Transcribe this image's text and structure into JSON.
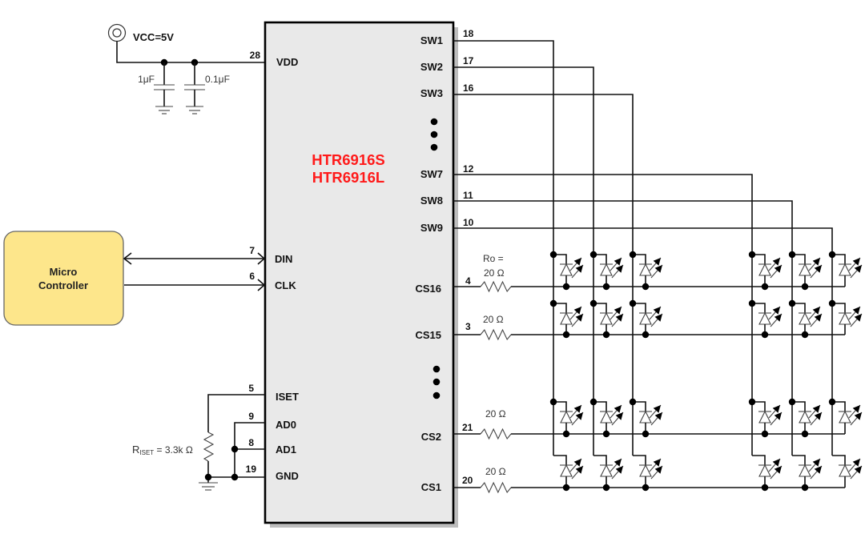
{
  "power": {
    "label": "VCC=5V",
    "cap1": "1μF",
    "cap2": "0.1μF"
  },
  "chip": {
    "names": [
      "HTR6916S",
      "HTR6916L"
    ],
    "left_pins": [
      {
        "name": "VDD",
        "num": "28"
      },
      {
        "name": "DIN",
        "num": "7"
      },
      {
        "name": "CLK",
        "num": "6"
      },
      {
        "name": "ISET",
        "num": "5"
      },
      {
        "name": "AD0",
        "num": "9"
      },
      {
        "name": "AD1",
        "num": "8"
      },
      {
        "name": "GND",
        "num": "19"
      }
    ],
    "right_pins": [
      {
        "name": "SW1",
        "num": "18"
      },
      {
        "name": "SW2",
        "num": "17"
      },
      {
        "name": "SW3",
        "num": "16"
      },
      {
        "name": "SW7",
        "num": "12"
      },
      {
        "name": "SW8",
        "num": "11"
      },
      {
        "name": "SW9",
        "num": "10"
      },
      {
        "name": "CS16",
        "num": "4"
      },
      {
        "name": "CS15",
        "num": "3"
      },
      {
        "name": "CS2",
        "num": "21"
      },
      {
        "name": "CS1",
        "num": "20"
      }
    ]
  },
  "micro": {
    "line1": "Micro",
    "line2": "Controller"
  },
  "riset": {
    "prefix": "R",
    "sub": "ISET",
    "value": " = 3.3k Ω"
  },
  "ro": {
    "label": "Ro =",
    "value": "20 Ω"
  },
  "led_matrix": {
    "columns": [
      "SW1",
      "SW2",
      "SW3",
      "SW7",
      "SW8",
      "SW9"
    ],
    "rows": [
      "CS16",
      "CS15",
      "CS2",
      "CS1"
    ]
  },
  "colors": {
    "chip_name": "#ff1a1a",
    "chip_fill": "#e9e9e9",
    "chip_shadow": "#bdbdbd",
    "micro_fill": "#fde68b",
    "micro_border": "#666666"
  }
}
